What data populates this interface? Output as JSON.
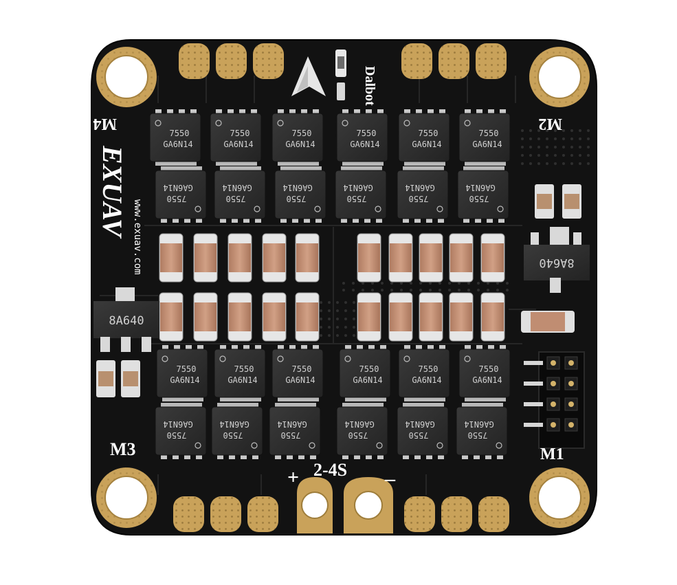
{
  "board": {
    "brand_text": "Dalbot",
    "logo_text": "EXUAV",
    "url_text": "www.exuav.com",
    "motor_labels": {
      "m1": "M1",
      "m2": "M2",
      "m3": "M3",
      "m4": "M4"
    },
    "power_label": "2-4S",
    "plus_label": "+",
    "minus_label": "_",
    "mosfet_marking_line1": "7550",
    "mosfet_marking_line2": "GA6N14",
    "regulator_marking": "8A640",
    "colors": {
      "pcb": "#121212",
      "gold": "#c9a25a",
      "capacitor": "#c38f72",
      "chip": "#2e2e2e"
    }
  }
}
